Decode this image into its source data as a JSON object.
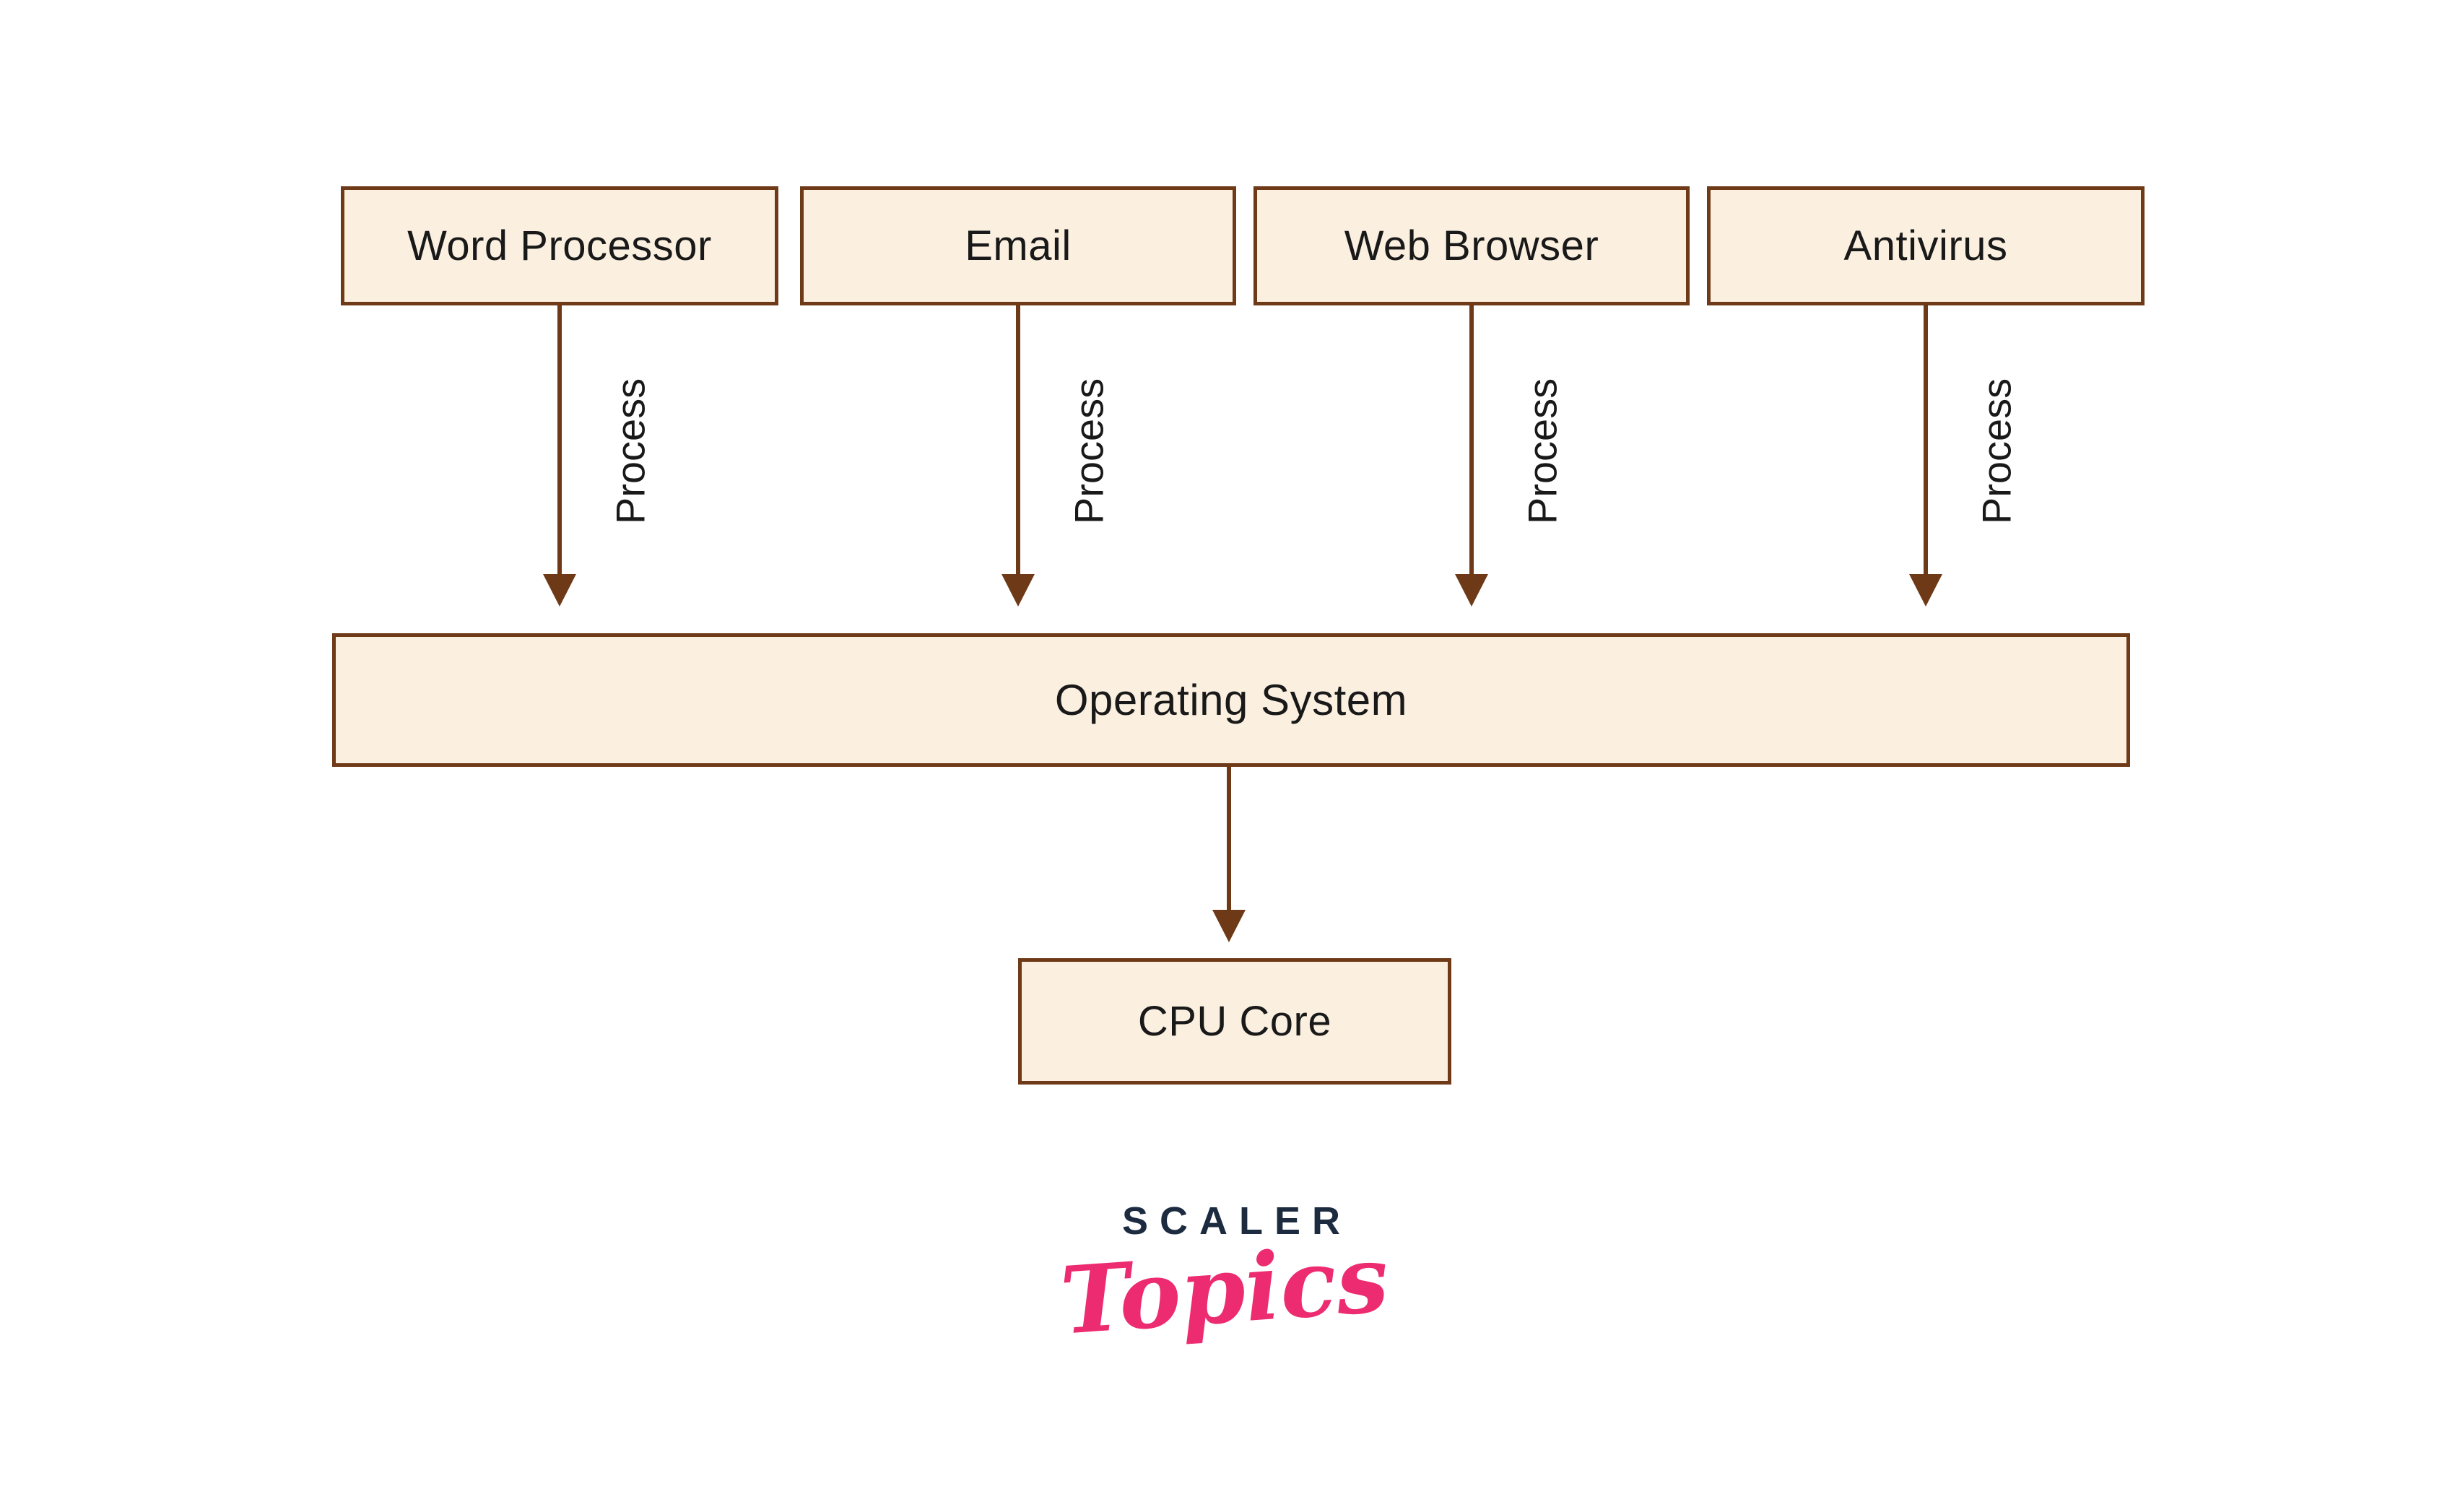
{
  "diagram": {
    "apps": [
      {
        "label": "Word Processor"
      },
      {
        "label": "Email"
      },
      {
        "label": "Web Browser"
      },
      {
        "label": "Antivirus"
      }
    ],
    "process_label": "Process",
    "os_label": "Operating System",
    "cpu_label": "CPU Core",
    "colors": {
      "box_fill": "#FBF0E0",
      "box_border": "#6E3A17",
      "arrow": "#6E3917",
      "ink": "#191919"
    }
  },
  "logo": {
    "brand": "SCALER",
    "sub": "Topics",
    "brand_color": "#1C2B3F",
    "sub_color": "#EC2B70"
  }
}
